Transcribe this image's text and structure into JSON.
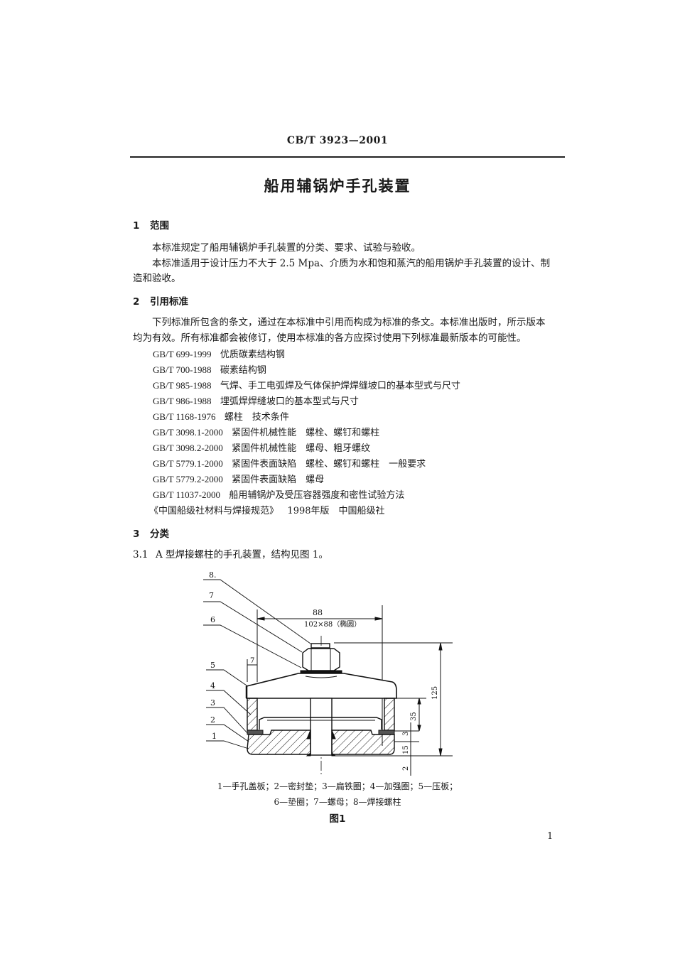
{
  "header": {
    "standard_code": "CB/T 3923—2001"
  },
  "title": "船用辅锅炉手孔装置",
  "sections": [
    {
      "number": "1",
      "heading": "范围",
      "paragraphs": [
        "本标准规定了船用辅锅炉手孔装置的分类、要求、试验与验收。",
        "本标准适用于设计压力不大于 2.5 Mpa、介质为水和饱和蒸汽的船用锅炉手孔装置的设计、制",
        "造和验收。"
      ]
    },
    {
      "number": "2",
      "heading": "引用标准",
      "paragraphs": [
        "下列标准所包含的条文，通过在本标准中引用而构成为标准的条文。本标准出版时，所示版本",
        "均为有效。所有标准都会被修订，使用本标准的各方应探讨使用下列标准最新版本的可能性。"
      ],
      "references": [
        {
          "code": "GB/T 699-1999",
          "title": "优质碳素结构钢"
        },
        {
          "code": "GB/T 700-1988",
          "title": "碳素结构钢"
        },
        {
          "code": "GB/T 985-1988",
          "title": "气焊、手工电弧焊及气体保护焊焊缝坡口的基本型式与尺寸"
        },
        {
          "code": "GB/T 986-1988",
          "title": "埋弧焊焊缝坡口的基本型式与尺寸"
        },
        {
          "code": "GB/T 1168-1976",
          "title": "螺柱　技术条件"
        },
        {
          "code": "GB/T 3098.1-2000",
          "title": "紧固件机械性能　螺栓、螺钉和螺柱"
        },
        {
          "code": "GB/T 3098.2-2000",
          "title": "紧固件机械性能　螺母、粗牙螺纹"
        },
        {
          "code": "GB/T 5779.1-2000",
          "title": "紧固件表面缺陷　螺栓、螺钉和螺柱　一般要求"
        },
        {
          "code": "GB/T 5779.2-2000",
          "title": "紧固件表面缺陷　螺母"
        },
        {
          "code": "GB/T 11037-2000",
          "title": "船用辅锅炉及受压容器强度和密性试验方法"
        },
        {
          "code": "《中国船级社材料与焊接规范》",
          "title": "1998年版　中国船级社"
        }
      ]
    },
    {
      "number": "3",
      "heading": "分类",
      "subsections": [
        {
          "number": "3.1",
          "text": "A 型焊接螺柱的手孔装置，结构见图 1。"
        }
      ]
    }
  ],
  "figure": {
    "part_labels": [
      "1",
      "2",
      "3",
      "4",
      "5",
      "6",
      "7",
      "8."
    ],
    "dimensions": {
      "top_width": "88",
      "opening": "102×88（椭圆）",
      "side_offset": "7",
      "overall_height": "125",
      "ring_height": "35",
      "gap": "3",
      "plate_thickness": "15",
      "protrusion": "2"
    },
    "legend_line1": "1—手孔盖板；2—密封垫；3—扁铁圈；4—加强圈；5—压板；",
    "legend_line2": "6—垫圈；7—螺母；8—焊接螺柱",
    "caption": "图1"
  },
  "page_number": "1"
}
